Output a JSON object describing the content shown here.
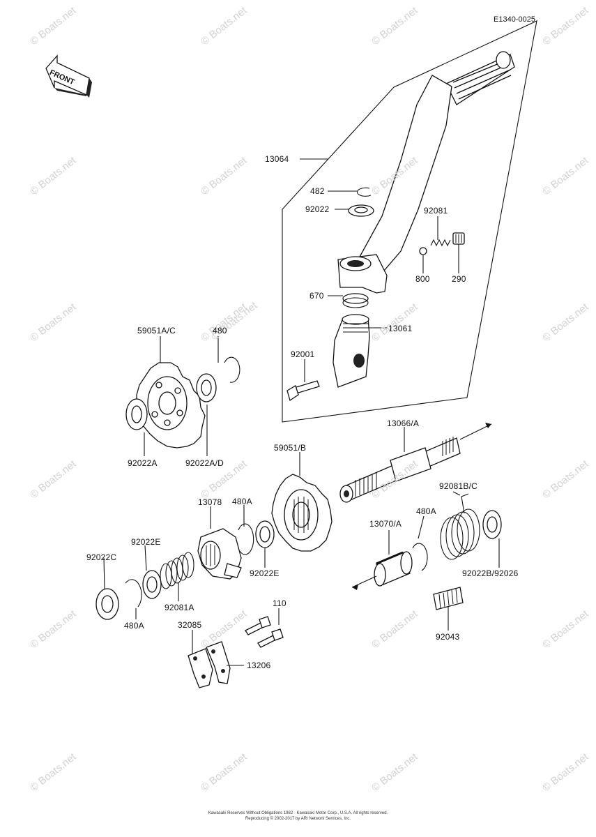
{
  "diagram_id": "E1340-0025",
  "front_label": "FRONT",
  "watermark_text": "© Boats.net",
  "colors": {
    "line": "#111111",
    "watermark": "#d2d2d2",
    "background": "#ffffff"
  },
  "parts": {
    "p13064": "13064",
    "p482": "482",
    "p92022": "92022",
    "p92081": "92081",
    "p800": "800",
    "p290": "290",
    "p670": "670",
    "p13061": "13061",
    "p92001": "92001",
    "p59051ac": "59051A/C",
    "p480": "480",
    "p92022a": "92022A",
    "p92022ad": "92022A/D",
    "p13066a": "13066/A",
    "p59051b": "59051/B",
    "p13078": "13078",
    "p480a_1": "480A",
    "p92081bc": "92081B/C",
    "p480a_2": "480A",
    "p13070a": "13070/A",
    "p92022e_1": "92022E",
    "p92022c": "92022C",
    "p92022e_2": "92022E",
    "p92081a": "92081A",
    "p480a_3": "480A",
    "p92022b92026": "92022B/92026",
    "p110": "110",
    "p32085": "32085",
    "p13206": "13206",
    "p92043": "92043"
  },
  "footer": {
    "line1": "Kawasaki Reserves Without Obligations 1982 · Kawasaki Motor Corp., U.S.A. All rights reserved.",
    "line2": "Reproducing © 2002-2017 by ARI Network Services, Inc."
  }
}
